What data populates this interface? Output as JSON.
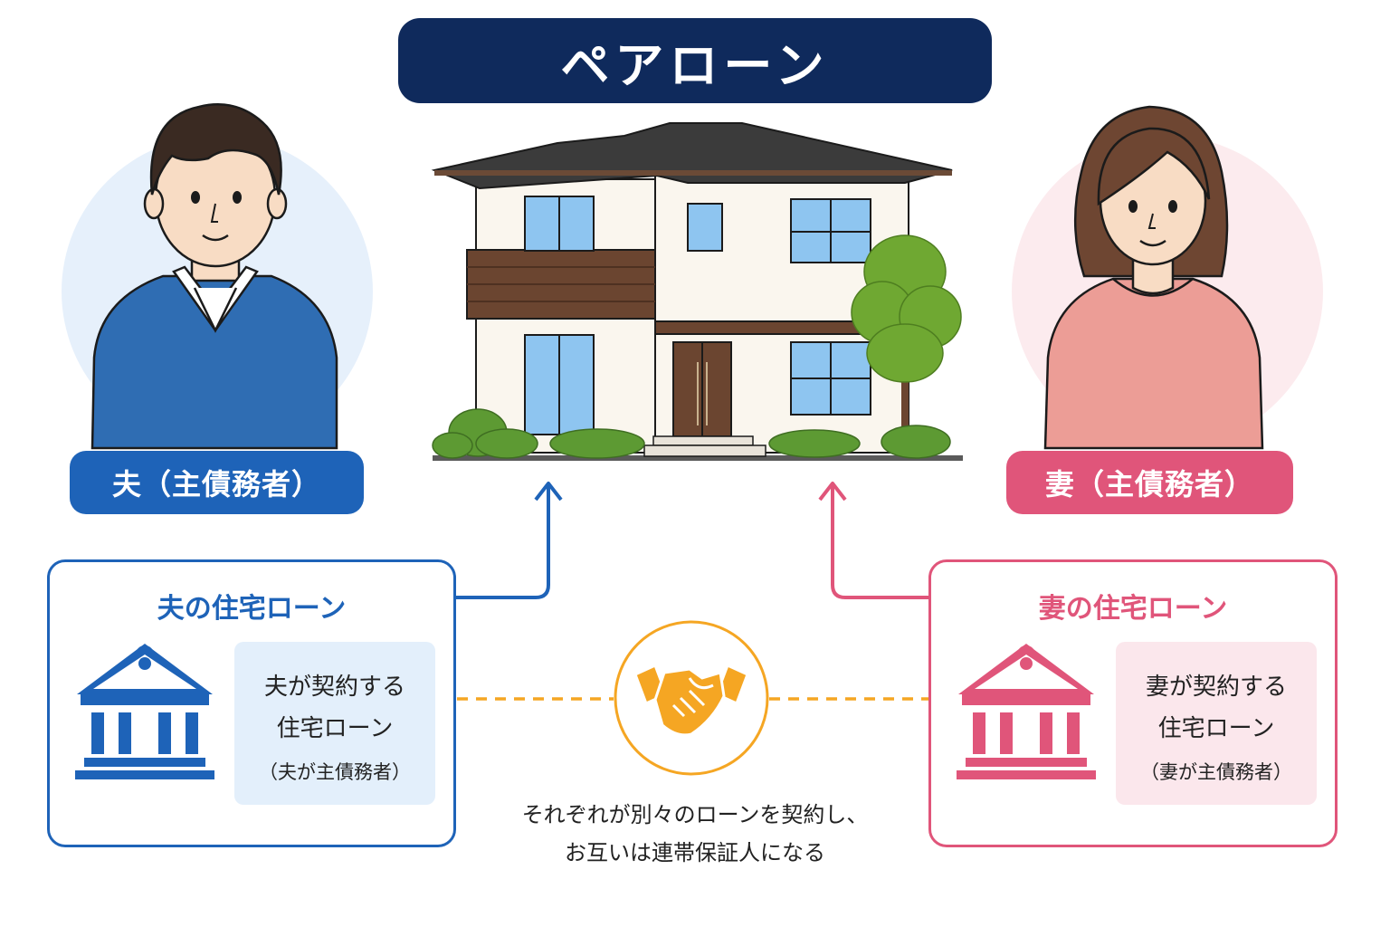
{
  "title": "ペアローン",
  "husband": {
    "label": "夫（主債務者）",
    "loan_title": "夫の住宅ローン",
    "contract_line1": "夫が契約する",
    "contract_line2": "住宅ローン",
    "contract_note": "（夫が主債務者）",
    "color": "#1e63b8",
    "light": "#e3effb"
  },
  "wife": {
    "label": "妻（主債務者）",
    "loan_title": "妻の住宅ローン",
    "contract_line1": "妻が契約する",
    "contract_line2": "住宅ローン",
    "contract_note": "（妻が主債務者）",
    "color": "#e0557a",
    "light": "#fbe7ec"
  },
  "caption": {
    "line1": "それぞれが別々のローンを契約し、",
    "line2": "お互いは連帯保証人になる"
  },
  "accent": "#f5a623",
  "icons": [
    "house-illustration",
    "bank-icon",
    "handshake-icon",
    "arrow-up-icon"
  ]
}
